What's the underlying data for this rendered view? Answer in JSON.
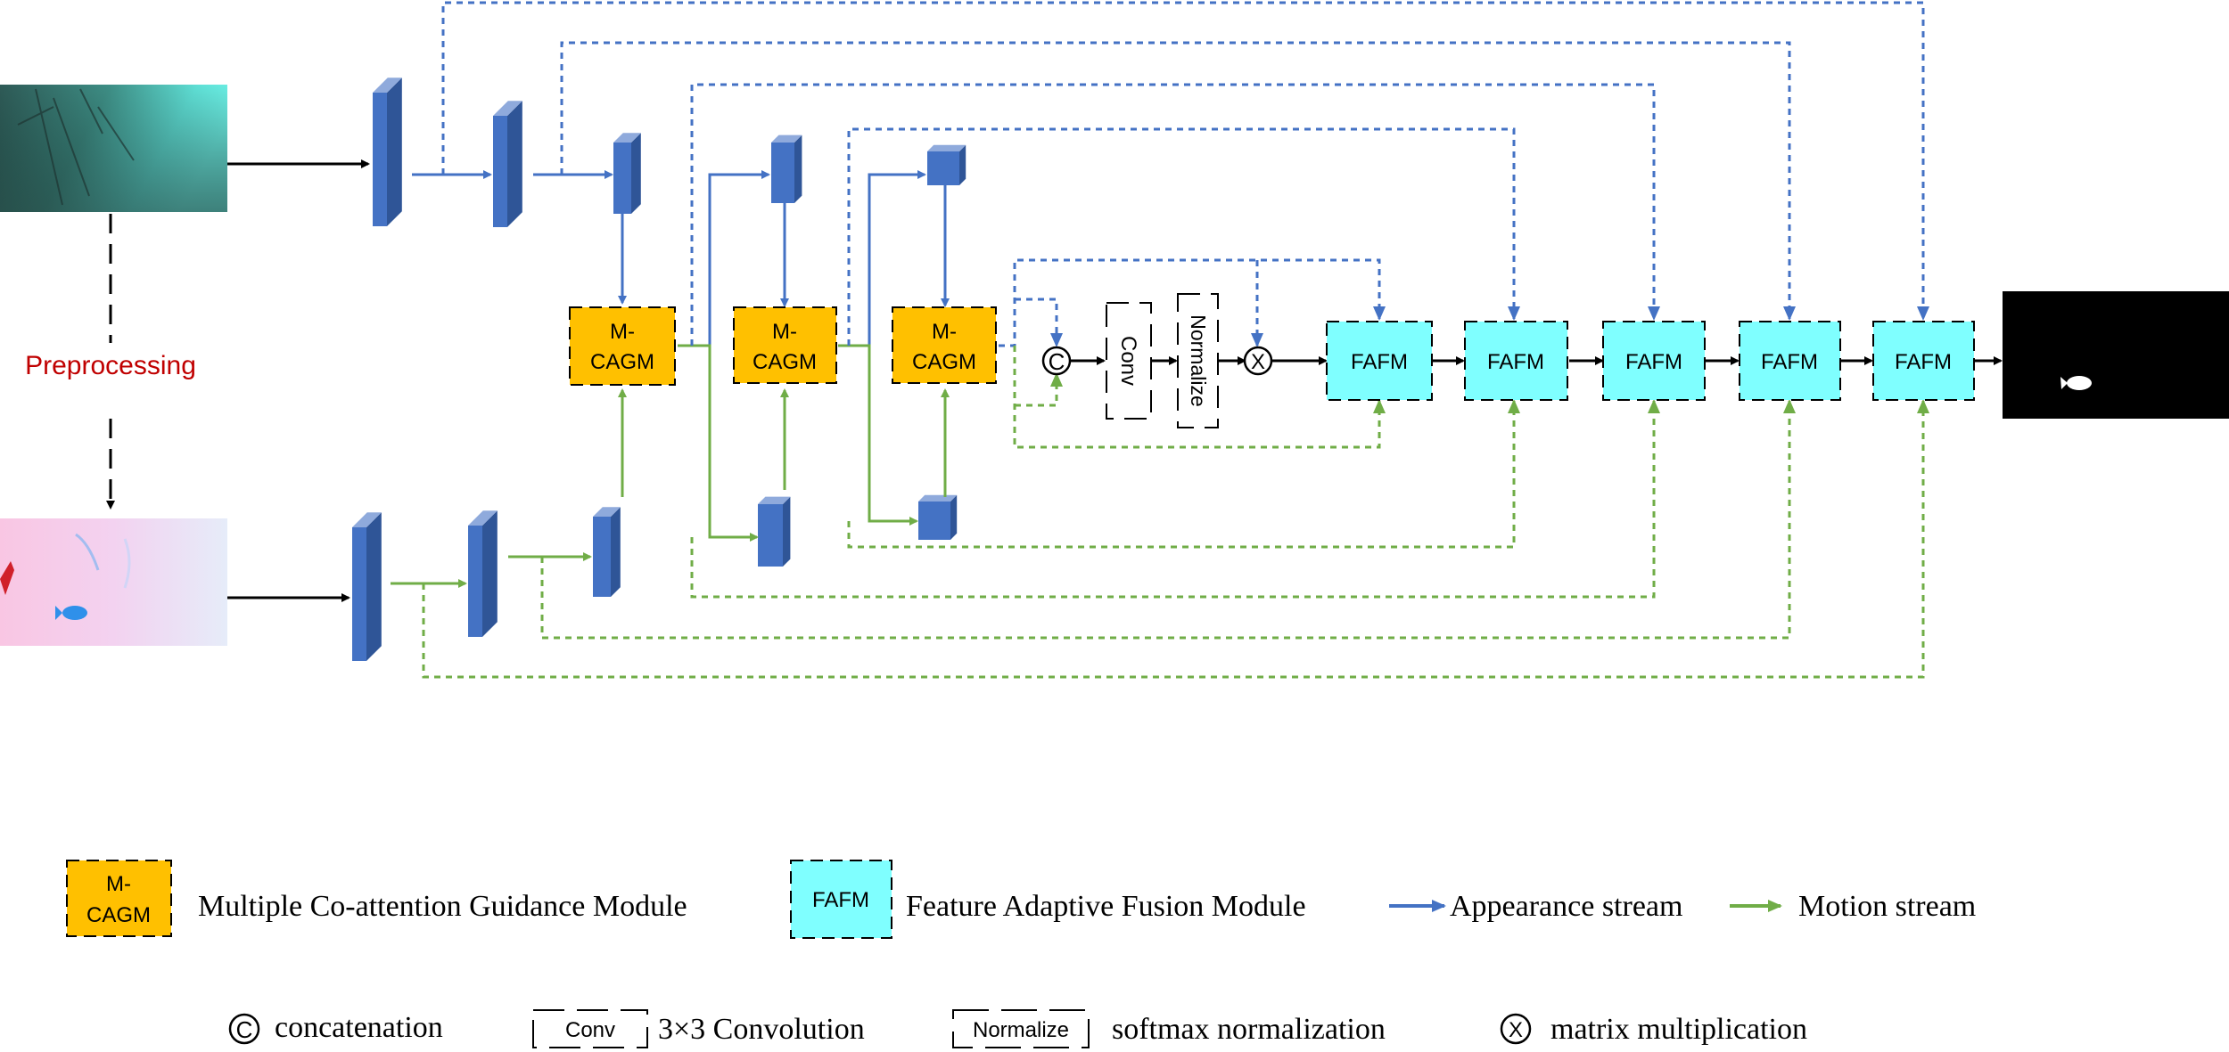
{
  "preprocessing_label": "Preprocessing",
  "modules": {
    "mcagm_line1": "M-",
    "mcagm_line2": "CAGM",
    "fafm": "FAFM",
    "conv": "Conv",
    "normalize": "Normalize",
    "concat_symbol": "C",
    "matmul_symbol": "X"
  },
  "legend": {
    "mcagm_desc": "Multiple Co-attention Guidance Module",
    "fafm_desc": "Feature Adaptive Fusion Module",
    "appearance": "Appearance stream",
    "motion": "Motion stream",
    "concat_desc": "concatenation",
    "conv_desc": "3×3 Convolution",
    "normalize_desc": "softmax normalization",
    "matmul_desc": "matrix multiplication"
  },
  "colors": {
    "appearance_blue": "#4472C4",
    "motion_green": "#70AD47",
    "mcagm_fill": "#FFC000",
    "fafm_fill": "#7FFFFF",
    "block_front": "#4472C4",
    "block_side": "#2F5597",
    "block_top": "#8FAADC",
    "preprocessing_red": "#C00000"
  }
}
